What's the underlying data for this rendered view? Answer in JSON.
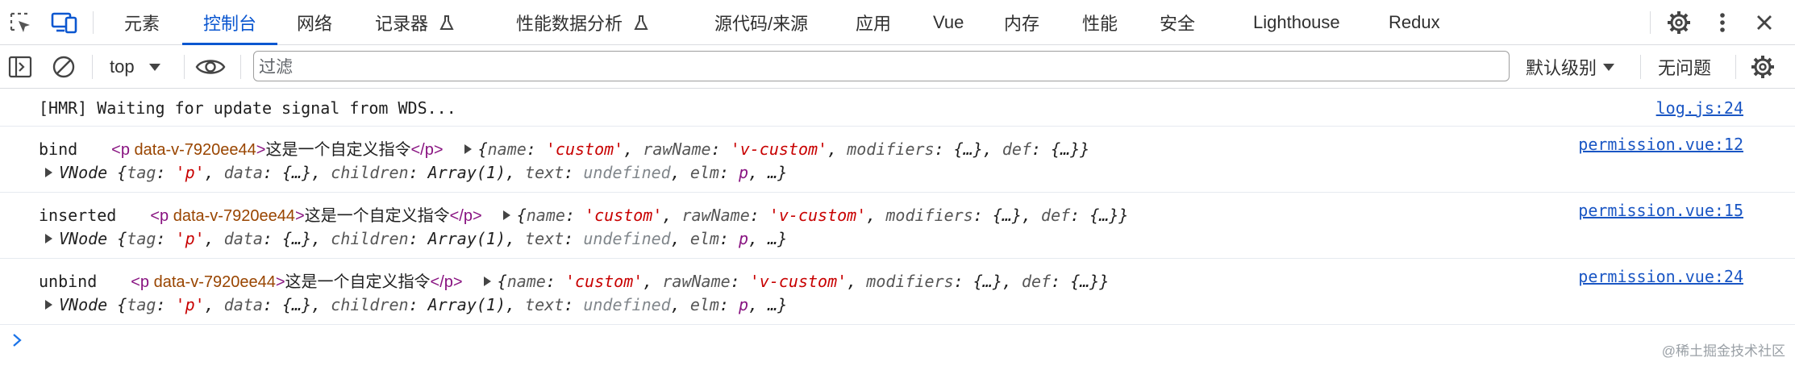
{
  "toolbar": {
    "tabs": [
      {
        "label": "元素"
      },
      {
        "label": "控制台"
      },
      {
        "label": "网络"
      },
      {
        "label": "记录器"
      },
      {
        "label": "性能数据分析"
      },
      {
        "label": "源代码/来源"
      },
      {
        "label": "应用"
      },
      {
        "label": "Vue"
      },
      {
        "label": "内存"
      },
      {
        "label": "性能"
      },
      {
        "label": "安全"
      },
      {
        "label": "Lighthouse"
      },
      {
        "label": "Redux"
      }
    ],
    "active_tab": "控制台"
  },
  "console_toolbar": {
    "context": "top",
    "filter_placeholder": "过滤",
    "levels": "默认级别",
    "issues": "无问题"
  },
  "messages": [
    {
      "text": "[HMR] Waiting for update signal from WDS...",
      "source": "log.js:24"
    },
    {
      "label": "bind",
      "source": "permission.vue:12"
    },
    {
      "label": "inserted",
      "source": "permission.vue:15"
    },
    {
      "label": "unbind",
      "source": "permission.vue:24"
    }
  ],
  "common": {
    "p_open": "<p",
    "p_attr": "data-v-7920ee44",
    "p_gt": ">",
    "p_text": "这是一个自定义指令",
    "p_close": "</p>",
    "binding_open": "{",
    "k_name": "name",
    "v_name": "'custom'",
    "k_rawName": "rawName",
    "v_rawName": "'v-custom'",
    "k_modifiers": "modifiers",
    "v_modifiers": "{…}",
    "k_def": "def",
    "v_def": "{…}",
    "binding_close": "}",
    "vnode_label": "VNode",
    "vnode_open": "{",
    "k_tag": "tag",
    "v_tag": "'p'",
    "k_data": "data",
    "v_data": "{…}",
    "k_children": "children",
    "v_children": "Array(1)",
    "k_text": "text",
    "v_text": "undefined",
    "k_elm": "elm",
    "v_elm": "p",
    "ellipsis": "…",
    "vnode_close": "}"
  },
  "watermark": "@稀土掘金技术社区",
  "colors": {
    "accent": "#0b57d0",
    "tag": "#881280",
    "attribute": "#994500",
    "string": "#c80000",
    "link": "#1a56c4"
  }
}
